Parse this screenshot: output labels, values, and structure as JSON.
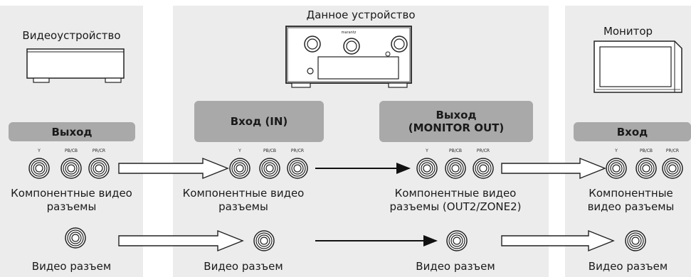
{
  "source": {
    "title": "Видеоустройство",
    "header": "Выход",
    "component_label": "Компонентные видео разъемы",
    "composite_label": "Видео разъем"
  },
  "device": {
    "title": "Данное устройство",
    "brand": "marantz",
    "input_header": "Вход (IN)",
    "output_header_line1": "Выход",
    "output_header_line2": "(MONITOR OUT)",
    "in_component_label": "Компонентные видео разъемы",
    "in_composite_label": "Видео разъем",
    "out_component_label_line1": "Компонентные видео",
    "out_component_label_line2": "разъемы (OUT2/ZONE2)",
    "out_composite_label": "Видео разъем"
  },
  "monitor": {
    "title": "Монитор",
    "header": "Вход",
    "component_label": "Компонентные видео разъемы",
    "composite_label": "Видео разъем"
  },
  "pins": {
    "y": "Y",
    "pb": "PB/CB",
    "pr": "PR/CR"
  }
}
